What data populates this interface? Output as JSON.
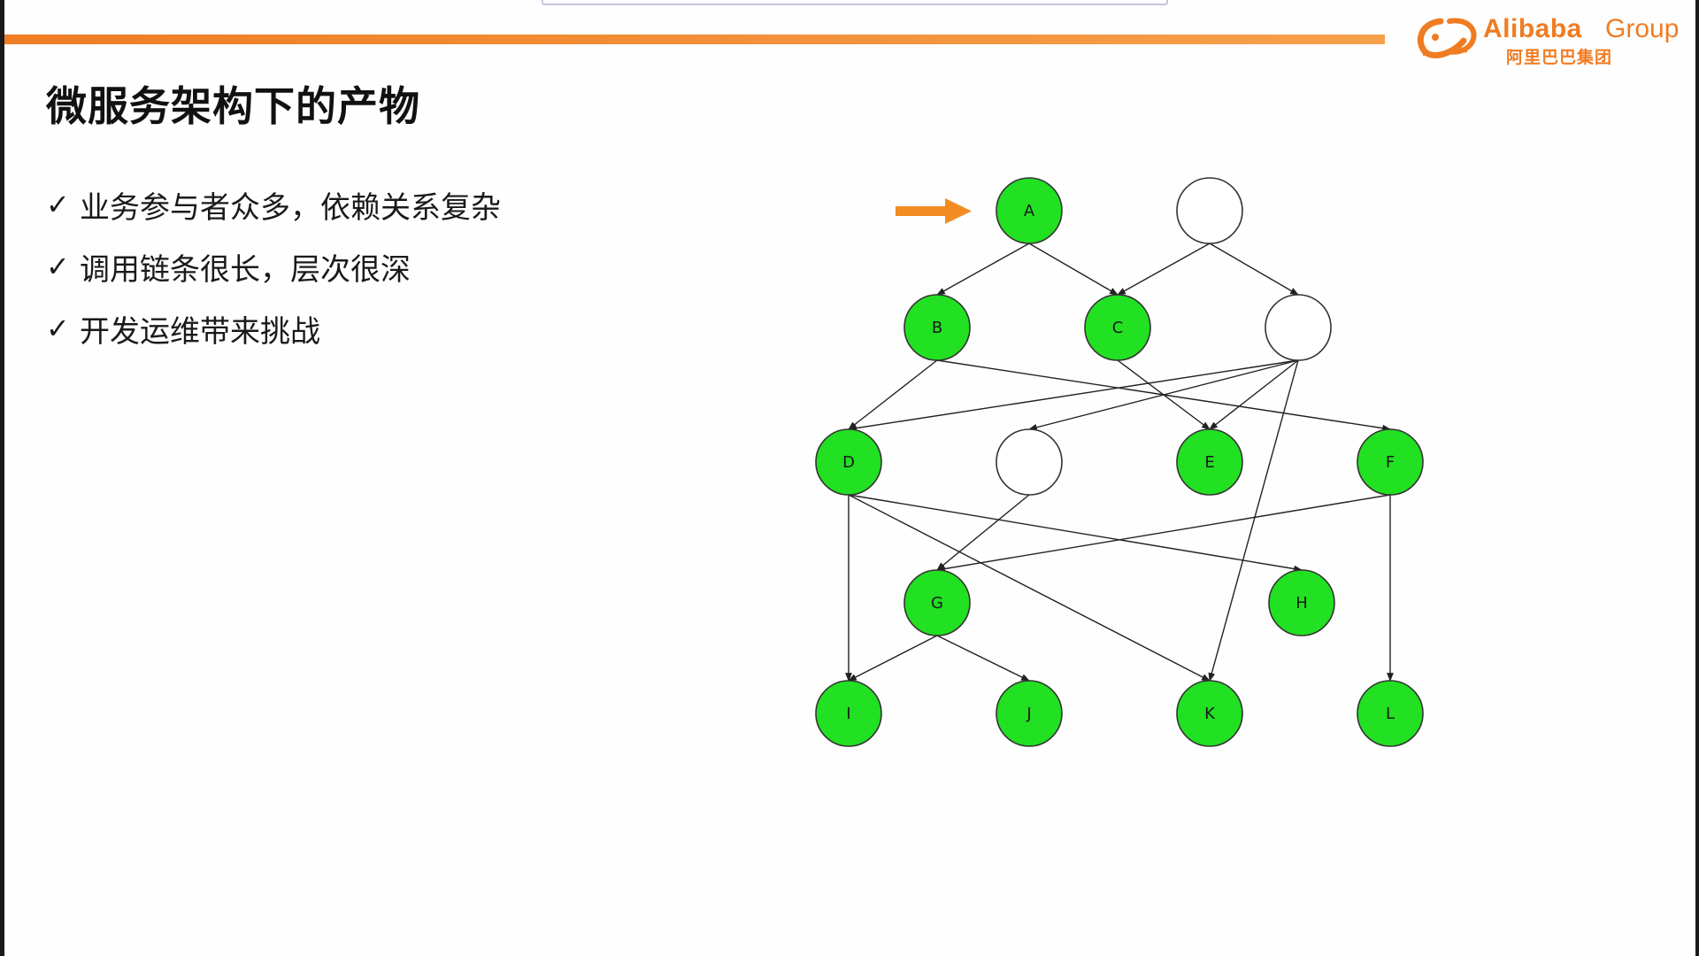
{
  "slide": {
    "title": "微服务架构下的产物",
    "bullets": [
      {
        "check": "✓",
        "text": "业务参与者众多，依赖关系复杂"
      },
      {
        "check": "✓",
        "text": "调用链条很长，层次很深"
      },
      {
        "check": "✓",
        "text": "开发运维带来挑战"
      }
    ]
  },
  "logo": {
    "word": "Alibaba",
    "group": "Group",
    "chinese": "阿里巴巴集团"
  },
  "colors": {
    "accent": "#f07c22",
    "node_active": "#22e022",
    "node_inactive": "#ffffff",
    "edge": "#222222"
  },
  "diagram": {
    "entry_arrow_target": "A",
    "nodes": [
      {
        "id": "A",
        "label": "A",
        "active": true
      },
      {
        "id": "U1",
        "label": "",
        "active": false
      },
      {
        "id": "B",
        "label": "B",
        "active": true
      },
      {
        "id": "C",
        "label": "C",
        "active": true
      },
      {
        "id": "U2",
        "label": "",
        "active": false
      },
      {
        "id": "D",
        "label": "D",
        "active": true
      },
      {
        "id": "U3",
        "label": "",
        "active": false
      },
      {
        "id": "E",
        "label": "E",
        "active": true
      },
      {
        "id": "F",
        "label": "F",
        "active": true
      },
      {
        "id": "G",
        "label": "G",
        "active": true
      },
      {
        "id": "H",
        "label": "H",
        "active": true
      },
      {
        "id": "I",
        "label": "I",
        "active": true
      },
      {
        "id": "J",
        "label": "J",
        "active": true
      },
      {
        "id": "K",
        "label": "K",
        "active": true
      },
      {
        "id": "L",
        "label": "L",
        "active": true
      }
    ],
    "edges": [
      [
        "A",
        "B"
      ],
      [
        "A",
        "C"
      ],
      [
        "U1",
        "C"
      ],
      [
        "U1",
        "U2"
      ],
      [
        "B",
        "D"
      ],
      [
        "B",
        "F"
      ],
      [
        "C",
        "E"
      ],
      [
        "U2",
        "D"
      ],
      [
        "U2",
        "U3"
      ],
      [
        "U2",
        "E"
      ],
      [
        "U2",
        "K"
      ],
      [
        "D",
        "H"
      ],
      [
        "D",
        "K"
      ],
      [
        "D",
        "I"
      ],
      [
        "U3",
        "G"
      ],
      [
        "F",
        "G"
      ],
      [
        "F",
        "L"
      ],
      [
        "G",
        "I"
      ],
      [
        "G",
        "J"
      ]
    ]
  }
}
